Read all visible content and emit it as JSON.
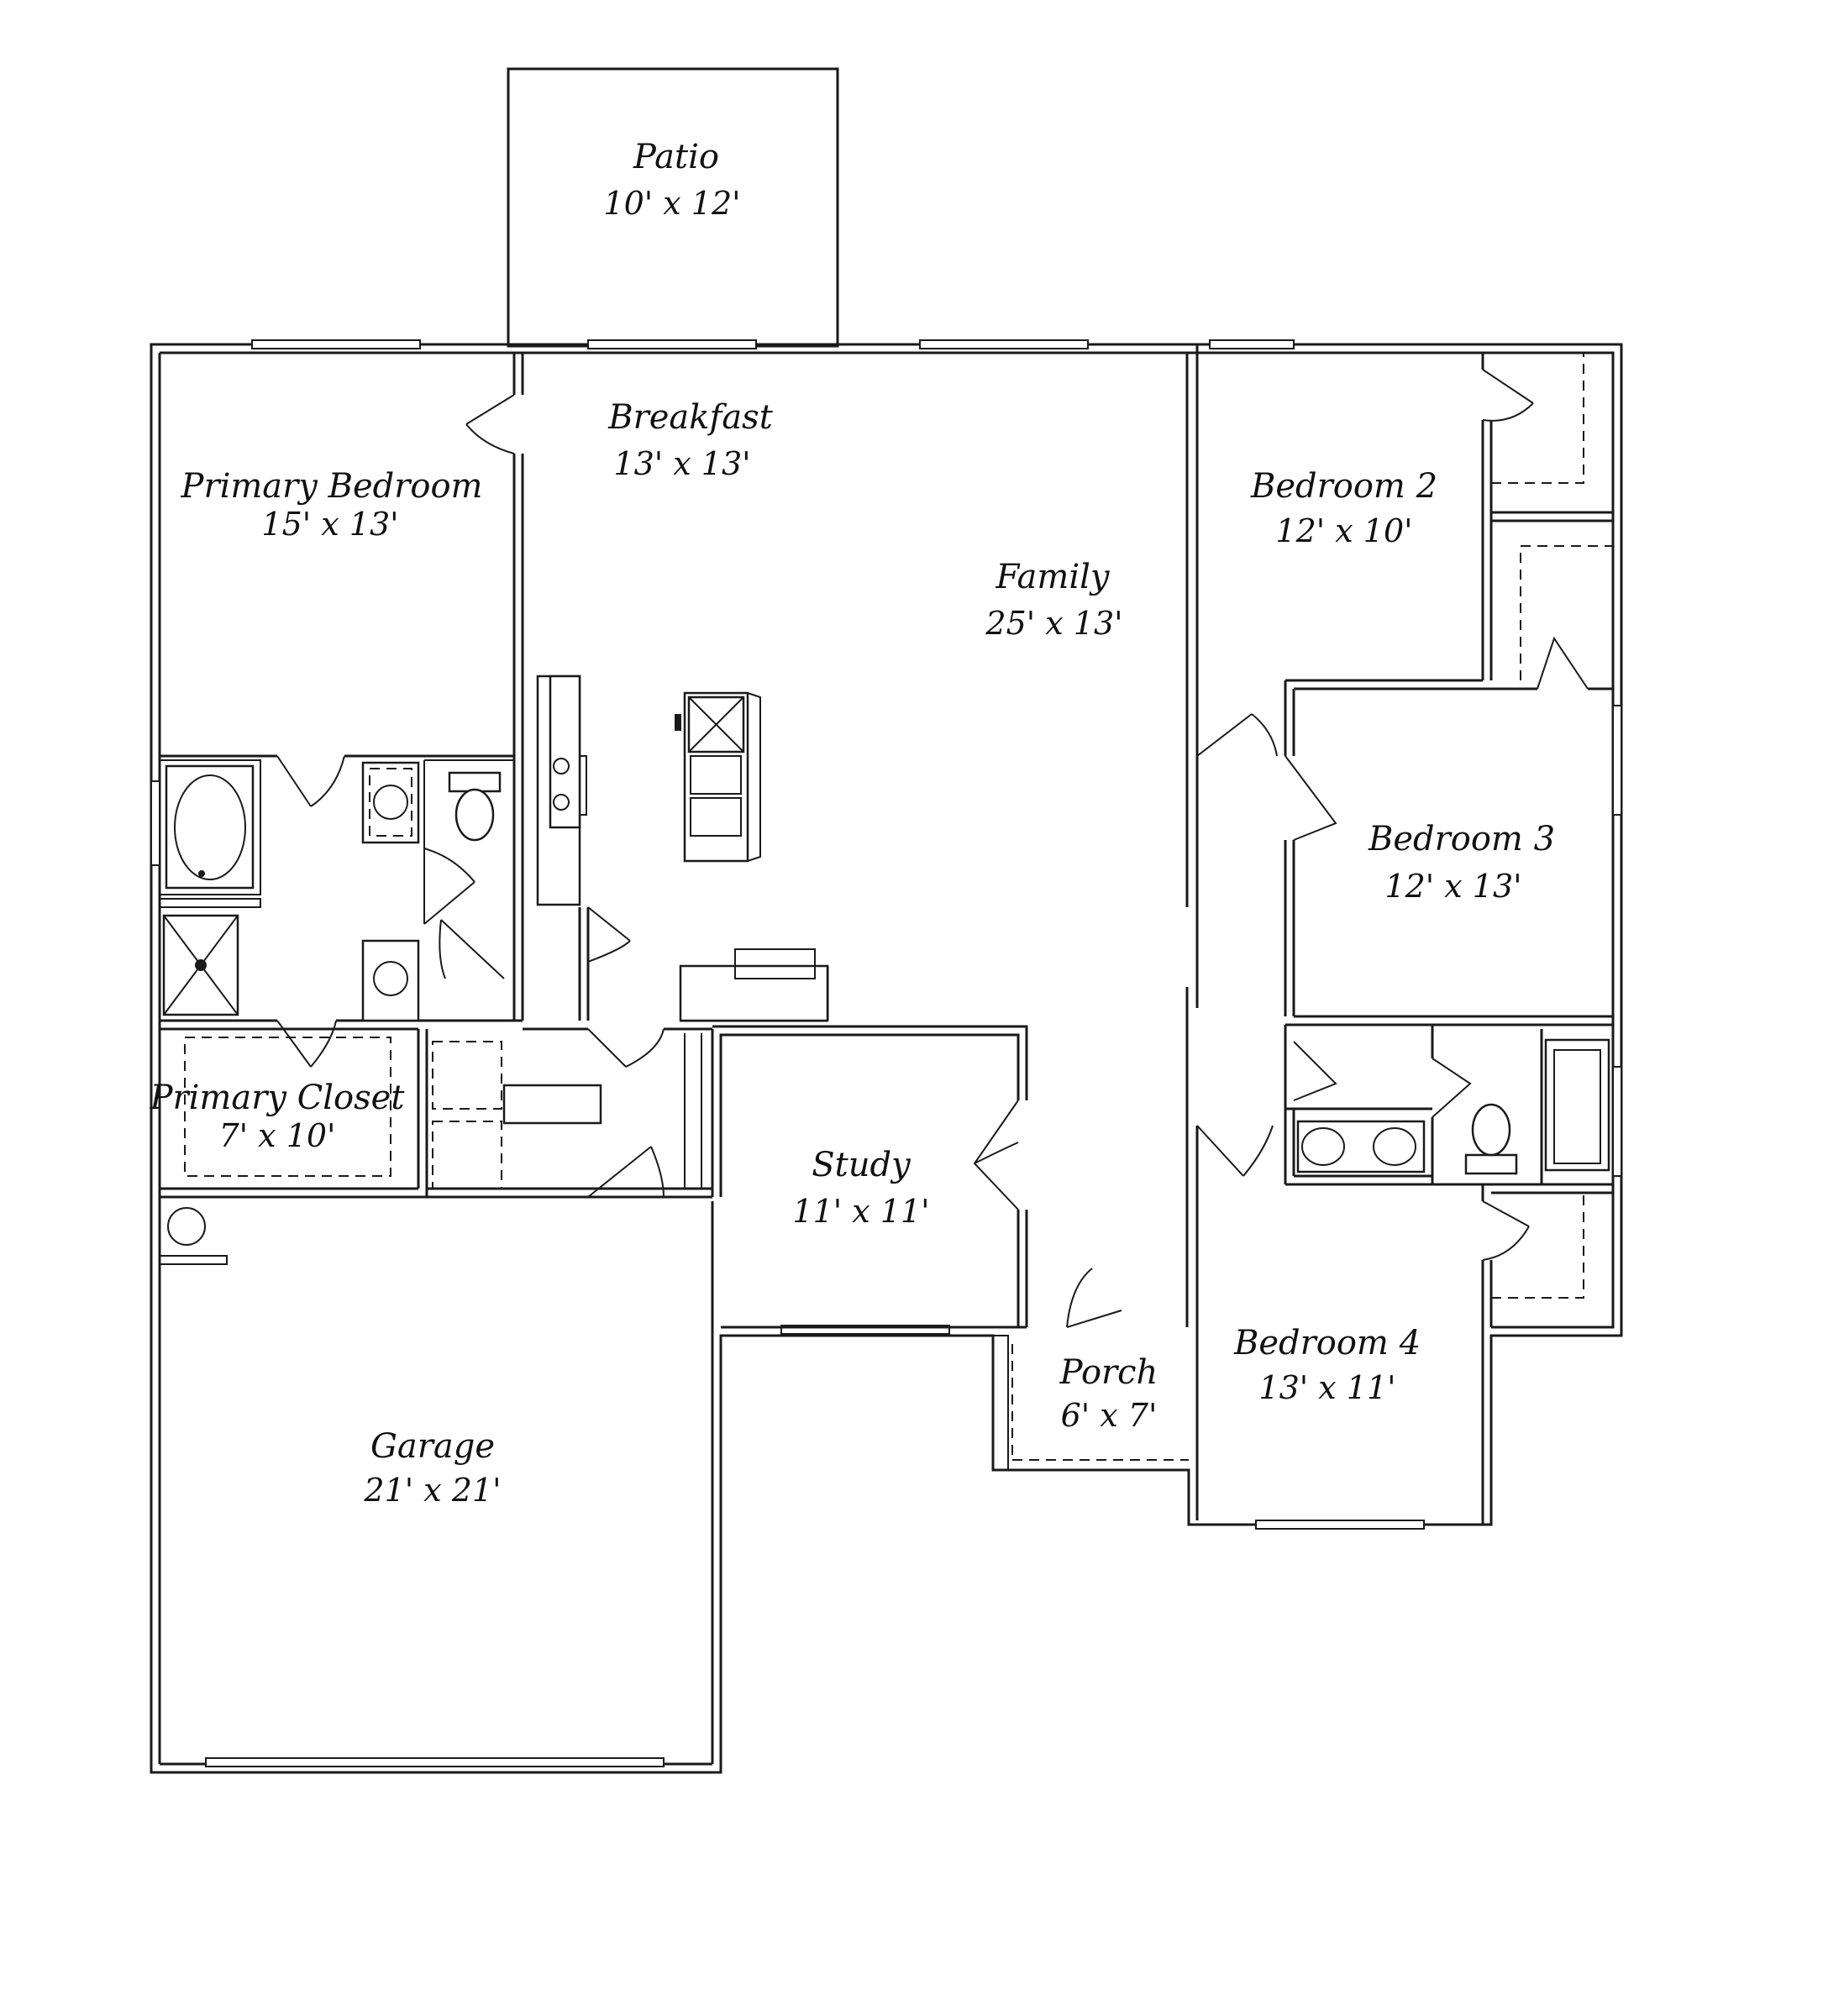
{
  "rooms": [
    {
      "name": "Patio",
      "size": "10' x 12'"
    },
    {
      "name": "Breakfast",
      "size": "13' x 13'"
    },
    {
      "name": "Primary Bedroom",
      "size": "15' x 13'"
    },
    {
      "name": "Family",
      "size": "25' x 13'"
    },
    {
      "name": "Bedroom 2",
      "size": "12' x 10'"
    },
    {
      "name": "Bedroom 3",
      "size": "12' x 13'"
    },
    {
      "name": "Primary Closet",
      "size": "7' x 10'"
    },
    {
      "name": "Study",
      "size": "11' x 11'"
    },
    {
      "name": "Garage",
      "size": "21' x 21'"
    },
    {
      "name": "Porch",
      "size": "6' x 7'"
    },
    {
      "name": "Bedroom 4",
      "size": "13' x 11'"
    }
  ],
  "fixtures": [
    {
      "name": "tub-icon"
    },
    {
      "name": "shower-icon"
    },
    {
      "name": "sink-icon"
    },
    {
      "name": "toilet-icon"
    },
    {
      "name": "range-icon"
    },
    {
      "name": "kitchen-sink-icon"
    },
    {
      "name": "water-heater-icon"
    }
  ]
}
